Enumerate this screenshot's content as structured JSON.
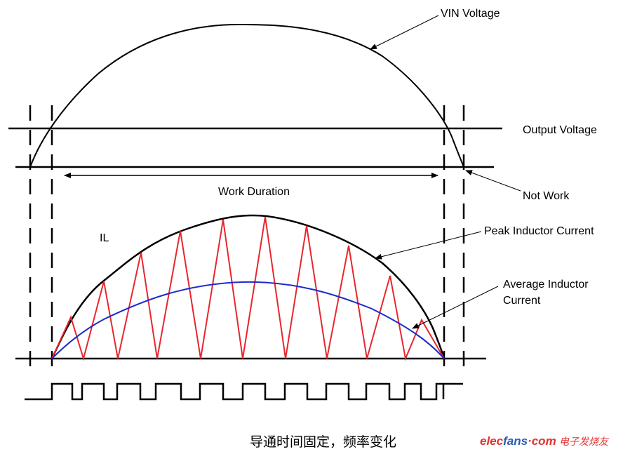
{
  "labels": {
    "vin_voltage": "VIN Voltage",
    "output_voltage": "Output Voltage",
    "work_duration": "Work Duration",
    "not_work": "Not Work",
    "il": "IL",
    "peak_inductor_current": "Peak Inductor Current",
    "average_inductor_current_line1": "Average Inductor",
    "average_inductor_current_line2": "Current"
  },
  "caption": "导通时间固定，频率变化",
  "watermark": {
    "brand_red": "elec",
    "brand_blue": "fans",
    "brand_dot_com": "·com",
    "brand_cn": "电子发烧友"
  },
  "colors": {
    "line": "#000000",
    "peak_triangle": "#e8262d",
    "average_current": "#1d2bc9",
    "brand_red": "#e4322b",
    "brand_blue": "#2b5bb5"
  }
}
